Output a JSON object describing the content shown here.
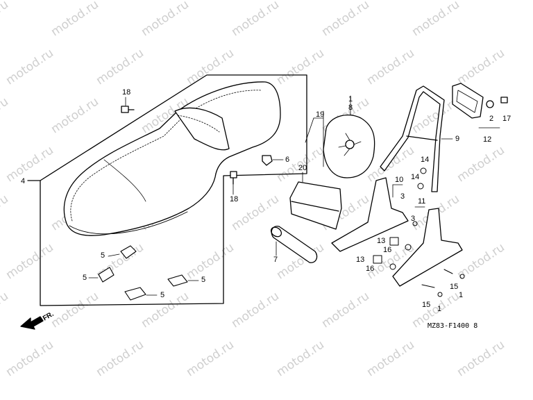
{
  "watermark": "motod.ru",
  "diagram_code": "MZ83-F1400 8",
  "front_label": "FR.",
  "callouts": {
    "c1a": "1",
    "c1b": "1",
    "c1c": "1",
    "c2": "2",
    "c3a": "3",
    "c3b": "3",
    "c4": "4",
    "c5a": "5",
    "c5b": "5",
    "c5c": "5",
    "c5d": "5",
    "c6": "6",
    "c7": "7",
    "c8": "8",
    "c9": "9",
    "c10": "10",
    "c11": "11",
    "c12": "12",
    "c13a": "13",
    "c13b": "13",
    "c14a": "14",
    "c14b": "14",
    "c15a": "15",
    "c15b": "15",
    "c16a": "16",
    "c16b": "16",
    "c17": "17",
    "c18a": "18",
    "c18b": "18",
    "c19": "19",
    "c20": "20"
  }
}
